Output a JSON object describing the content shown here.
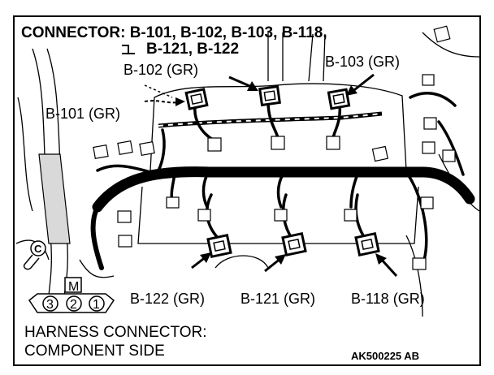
{
  "title": {
    "line1": "CONNECTOR: B-101, B-102, B-103, B-118,",
    "line2": "B-121, B-122"
  },
  "callouts": {
    "b102": "B-102 (GR)",
    "b103": "B-103 (GR)",
    "b101": "B-101 (GR)",
    "b122": "B-122 (GR)",
    "b121": "B-121 (GR)",
    "b118": "B-118 (GR)"
  },
  "harness_symbol": {
    "letter": "M",
    "pins": [
      "3",
      "2",
      "1"
    ]
  },
  "caption": {
    "line1": "HARNESS CONNECTOR:",
    "line2": "COMPONENT SIDE"
  },
  "figure_code": "AK500225 AB",
  "ground_symbol": "C"
}
